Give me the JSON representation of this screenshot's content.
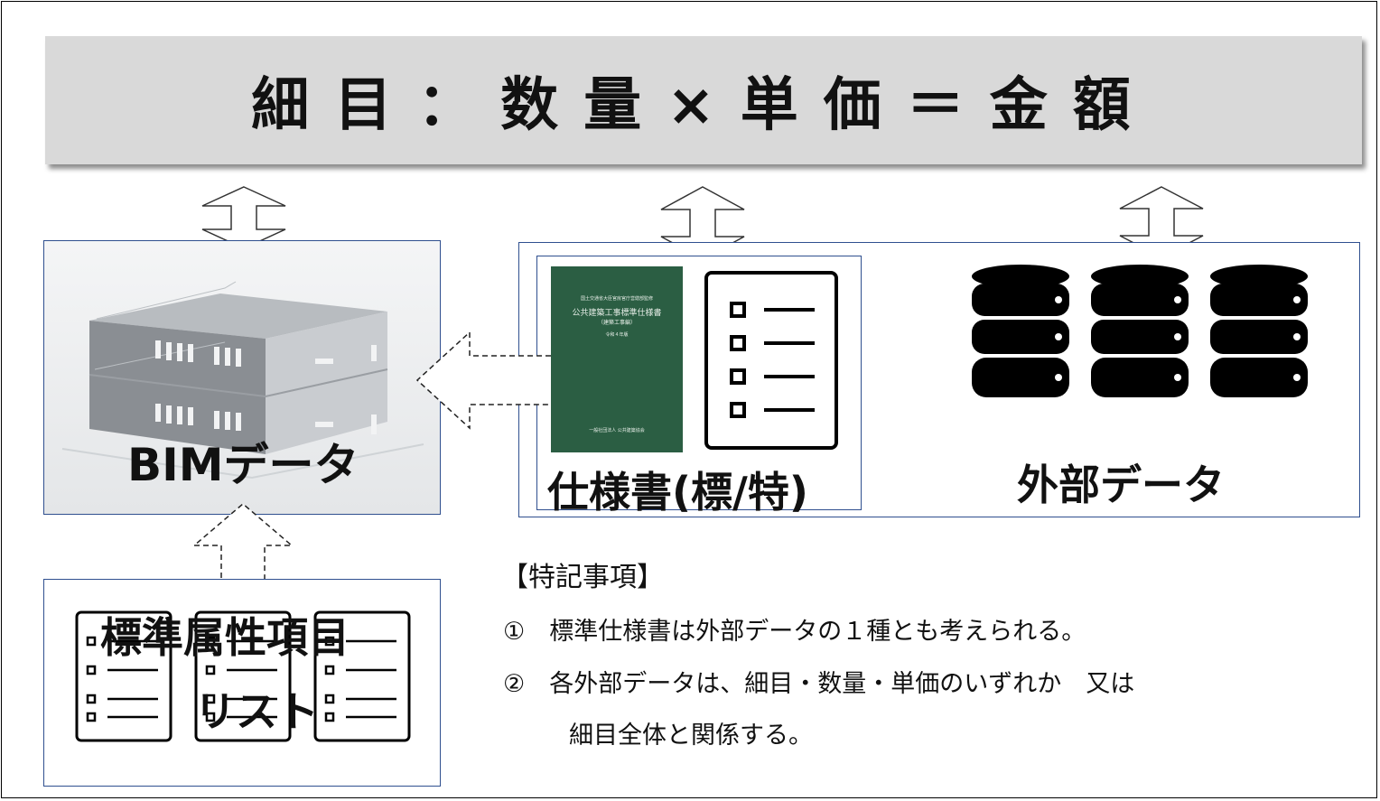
{
  "formula": {
    "text": "細目：数量×単価＝金額"
  },
  "bim": {
    "label": "BIMデータ"
  },
  "spec": {
    "label": "仕様書(標/特)",
    "book": {
      "publisher_top": "国土交通省大臣官房官庁営繕部監修",
      "title": "公共建築工事標準仕様書",
      "subtitle": "（建築工事編）",
      "edition": "令和４年版",
      "publisher_bottom": "一般社団法人 公共建築協会"
    }
  },
  "external": {
    "label": "外部データ"
  },
  "standard": {
    "label_line1": "標準属性項目",
    "label_line2": "リスト"
  },
  "notes": {
    "title": "【特記事項】",
    "item1": "①　標準仕様書は外部データの１種とも考えられる。",
    "item2": "②　各外部データは、細目・数量・単価のいずれか　又は",
    "item2_cont": "細目全体と関係する。"
  },
  "colors": {
    "box_border": "#2f4f8f",
    "formula_bg": "#d9d9d9",
    "book_green": "#2b5e43"
  },
  "icons": [
    "double-arrow-icon",
    "dashed-arrow-icon",
    "checklist-icon",
    "database-icon",
    "building-image"
  ]
}
